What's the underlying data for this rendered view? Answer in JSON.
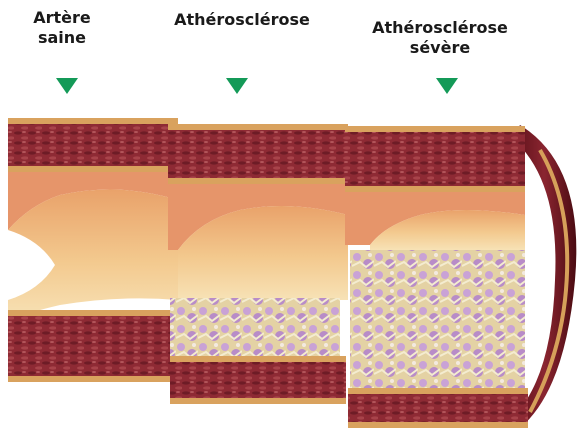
{
  "labels": {
    "healthy_line1": "Artère",
    "healthy_line2": "saine",
    "athero": "Athérosclérose",
    "severe_line1": "Athérosclérose",
    "severe_line2": "sévère"
  },
  "colors": {
    "arrow": "#149a58",
    "wall": "#8e2a34",
    "fat": "#e9d9a6",
    "plaque_purple": "#c9a2d6"
  }
}
